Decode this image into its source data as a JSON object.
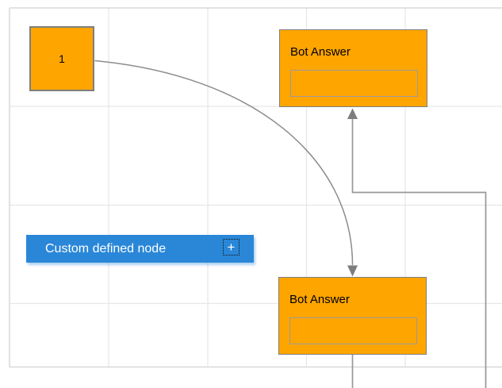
{
  "diagram": {
    "node1": {
      "label": "1"
    },
    "bot_answer_top": {
      "title": "Bot Answer",
      "field_value": ""
    },
    "bot_answer_bottom": {
      "title": "Bot Answer",
      "field_value": ""
    },
    "custom_node": {
      "label": "Custom defined node",
      "add_button": "+"
    }
  },
  "colors": {
    "node_orange": "#FFA500",
    "node_blue": "#2A87D8",
    "node_border_gray": "#7E7E7E",
    "field_border_gray": "#9A9A9A",
    "connector_gray": "#8F8F8F",
    "arrowhead_gray": "#7D7D7D",
    "grid_line": "#E7E7E7",
    "canvas_border": "#D8D8D8"
  }
}
